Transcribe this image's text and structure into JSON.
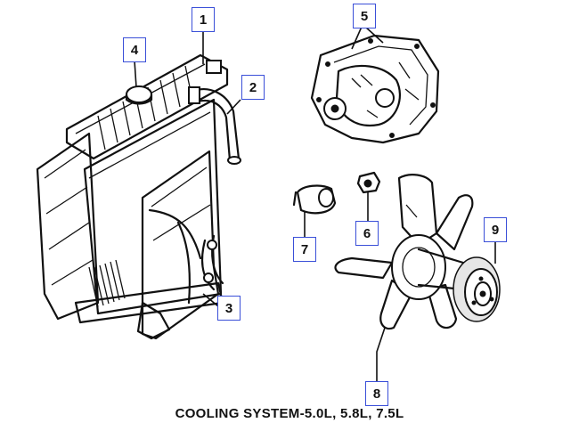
{
  "diagram": {
    "caption": "COOLING SYSTEM-5.0L, 5.8L, 7.5L",
    "callouts": [
      {
        "id": "1",
        "label": "1"
      },
      {
        "id": "2",
        "label": "2"
      },
      {
        "id": "3",
        "label": "3"
      },
      {
        "id": "4",
        "label": "4"
      },
      {
        "id": "5",
        "label": "5"
      },
      {
        "id": "6",
        "label": "6"
      },
      {
        "id": "7",
        "label": "7"
      },
      {
        "id": "8",
        "label": "8"
      },
      {
        "id": "9",
        "label": "9"
      }
    ],
    "colors": {
      "callout_border": "#3a4fd8",
      "ink": "#111111",
      "background": "#ffffff"
    }
  }
}
